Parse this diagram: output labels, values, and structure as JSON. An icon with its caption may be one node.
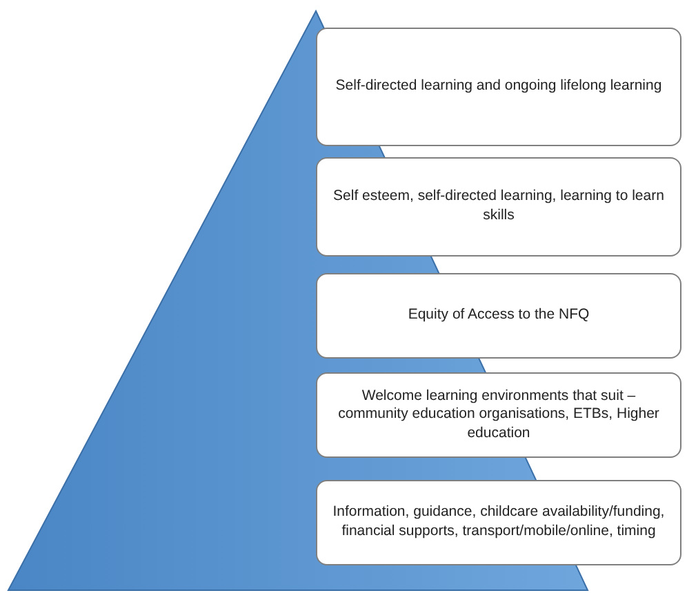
{
  "diagram": {
    "nodes": [
      {
        "text": [
          "Self-directed learning and ongoing lifelong learning"
        ]
      },
      {
        "text": [
          "Self esteem, self-directed learning, learning to learn skills"
        ]
      },
      {
        "text": [
          "Equity of Access to the NFQ"
        ]
      },
      {
        "text": [
          "Welcome learning environments that suit – community education organisations, ETBs, Higher education"
        ]
      },
      {
        "text": [
          "Information, guidance, childcare availability/funding, financial supports, transport/mobile/online, timing"
        ]
      }
    ]
  }
}
